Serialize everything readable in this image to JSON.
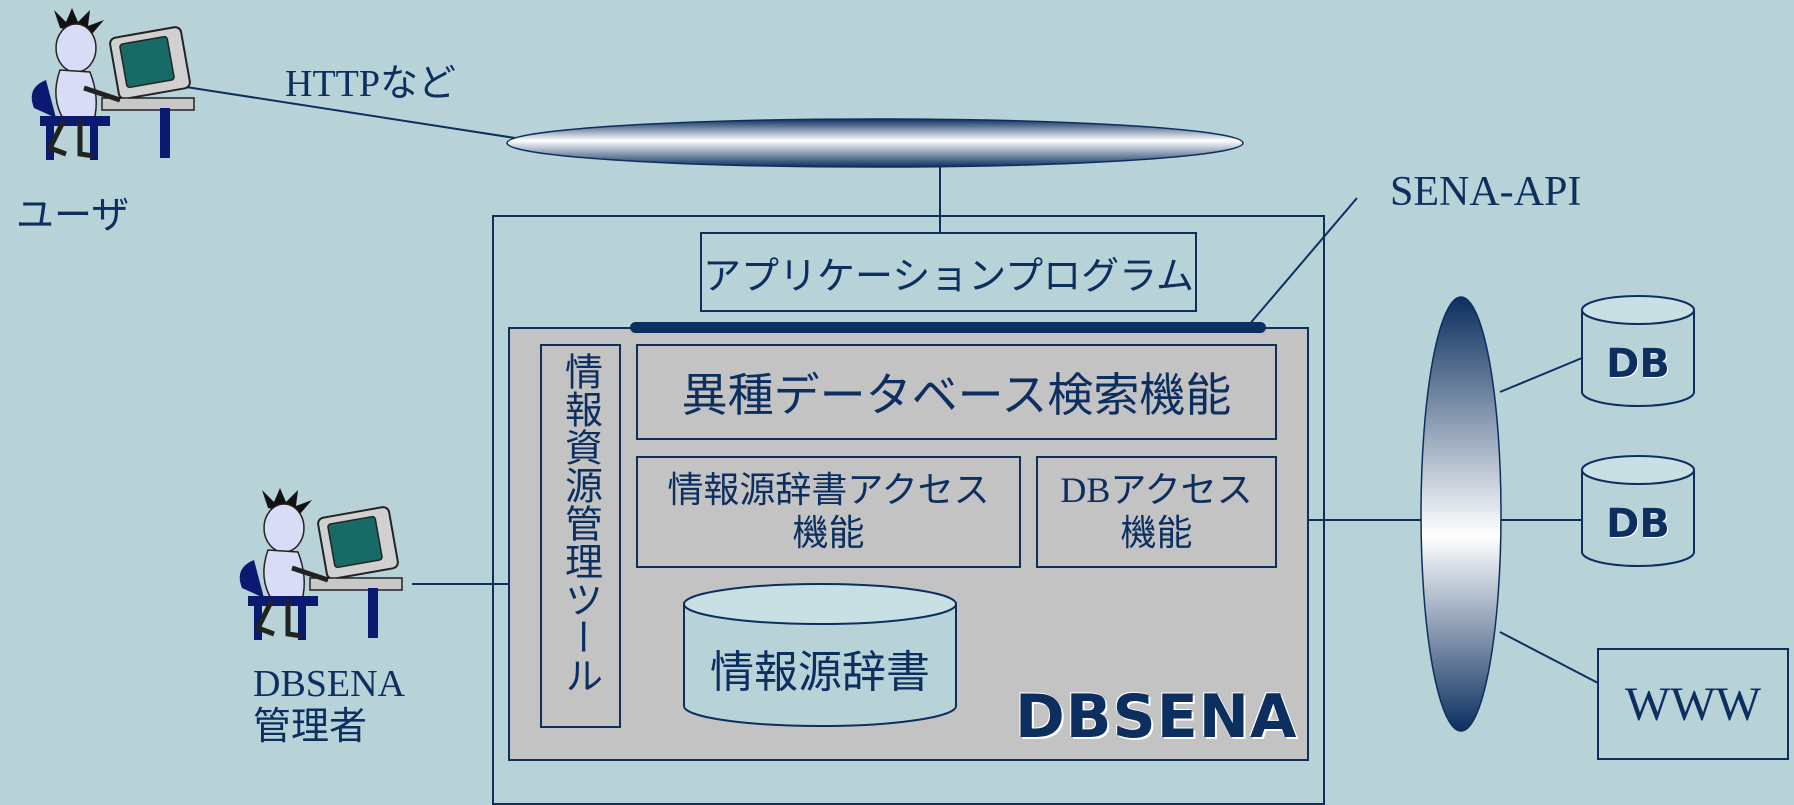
{
  "labels": {
    "http": "HTTPなど",
    "user": "ユーザ",
    "sena_api": "SENA-API",
    "admin_line1": "DBSENA",
    "admin_line2": "管理者",
    "www": "WWW"
  },
  "application": {
    "label": "アプリケーションプログラム"
  },
  "dbsena": {
    "title": "DBSENA",
    "resource_tool": "情報資源管理ツール",
    "hetero_search": "異種データベース検索機能",
    "dict_access_line1": "情報源辞書アクセス",
    "dict_access_line2": "機能",
    "db_access_line1": "DBアクセス",
    "db_access_line2": "機能",
    "source_dictionary": "情報源辞書"
  },
  "databases": [
    "DB",
    "DB"
  ],
  "colors": {
    "background": "#b7d3d8",
    "line": "#0c2f60",
    "inner_panel": "#c3c3c3",
    "accent": "#2c7a82"
  }
}
